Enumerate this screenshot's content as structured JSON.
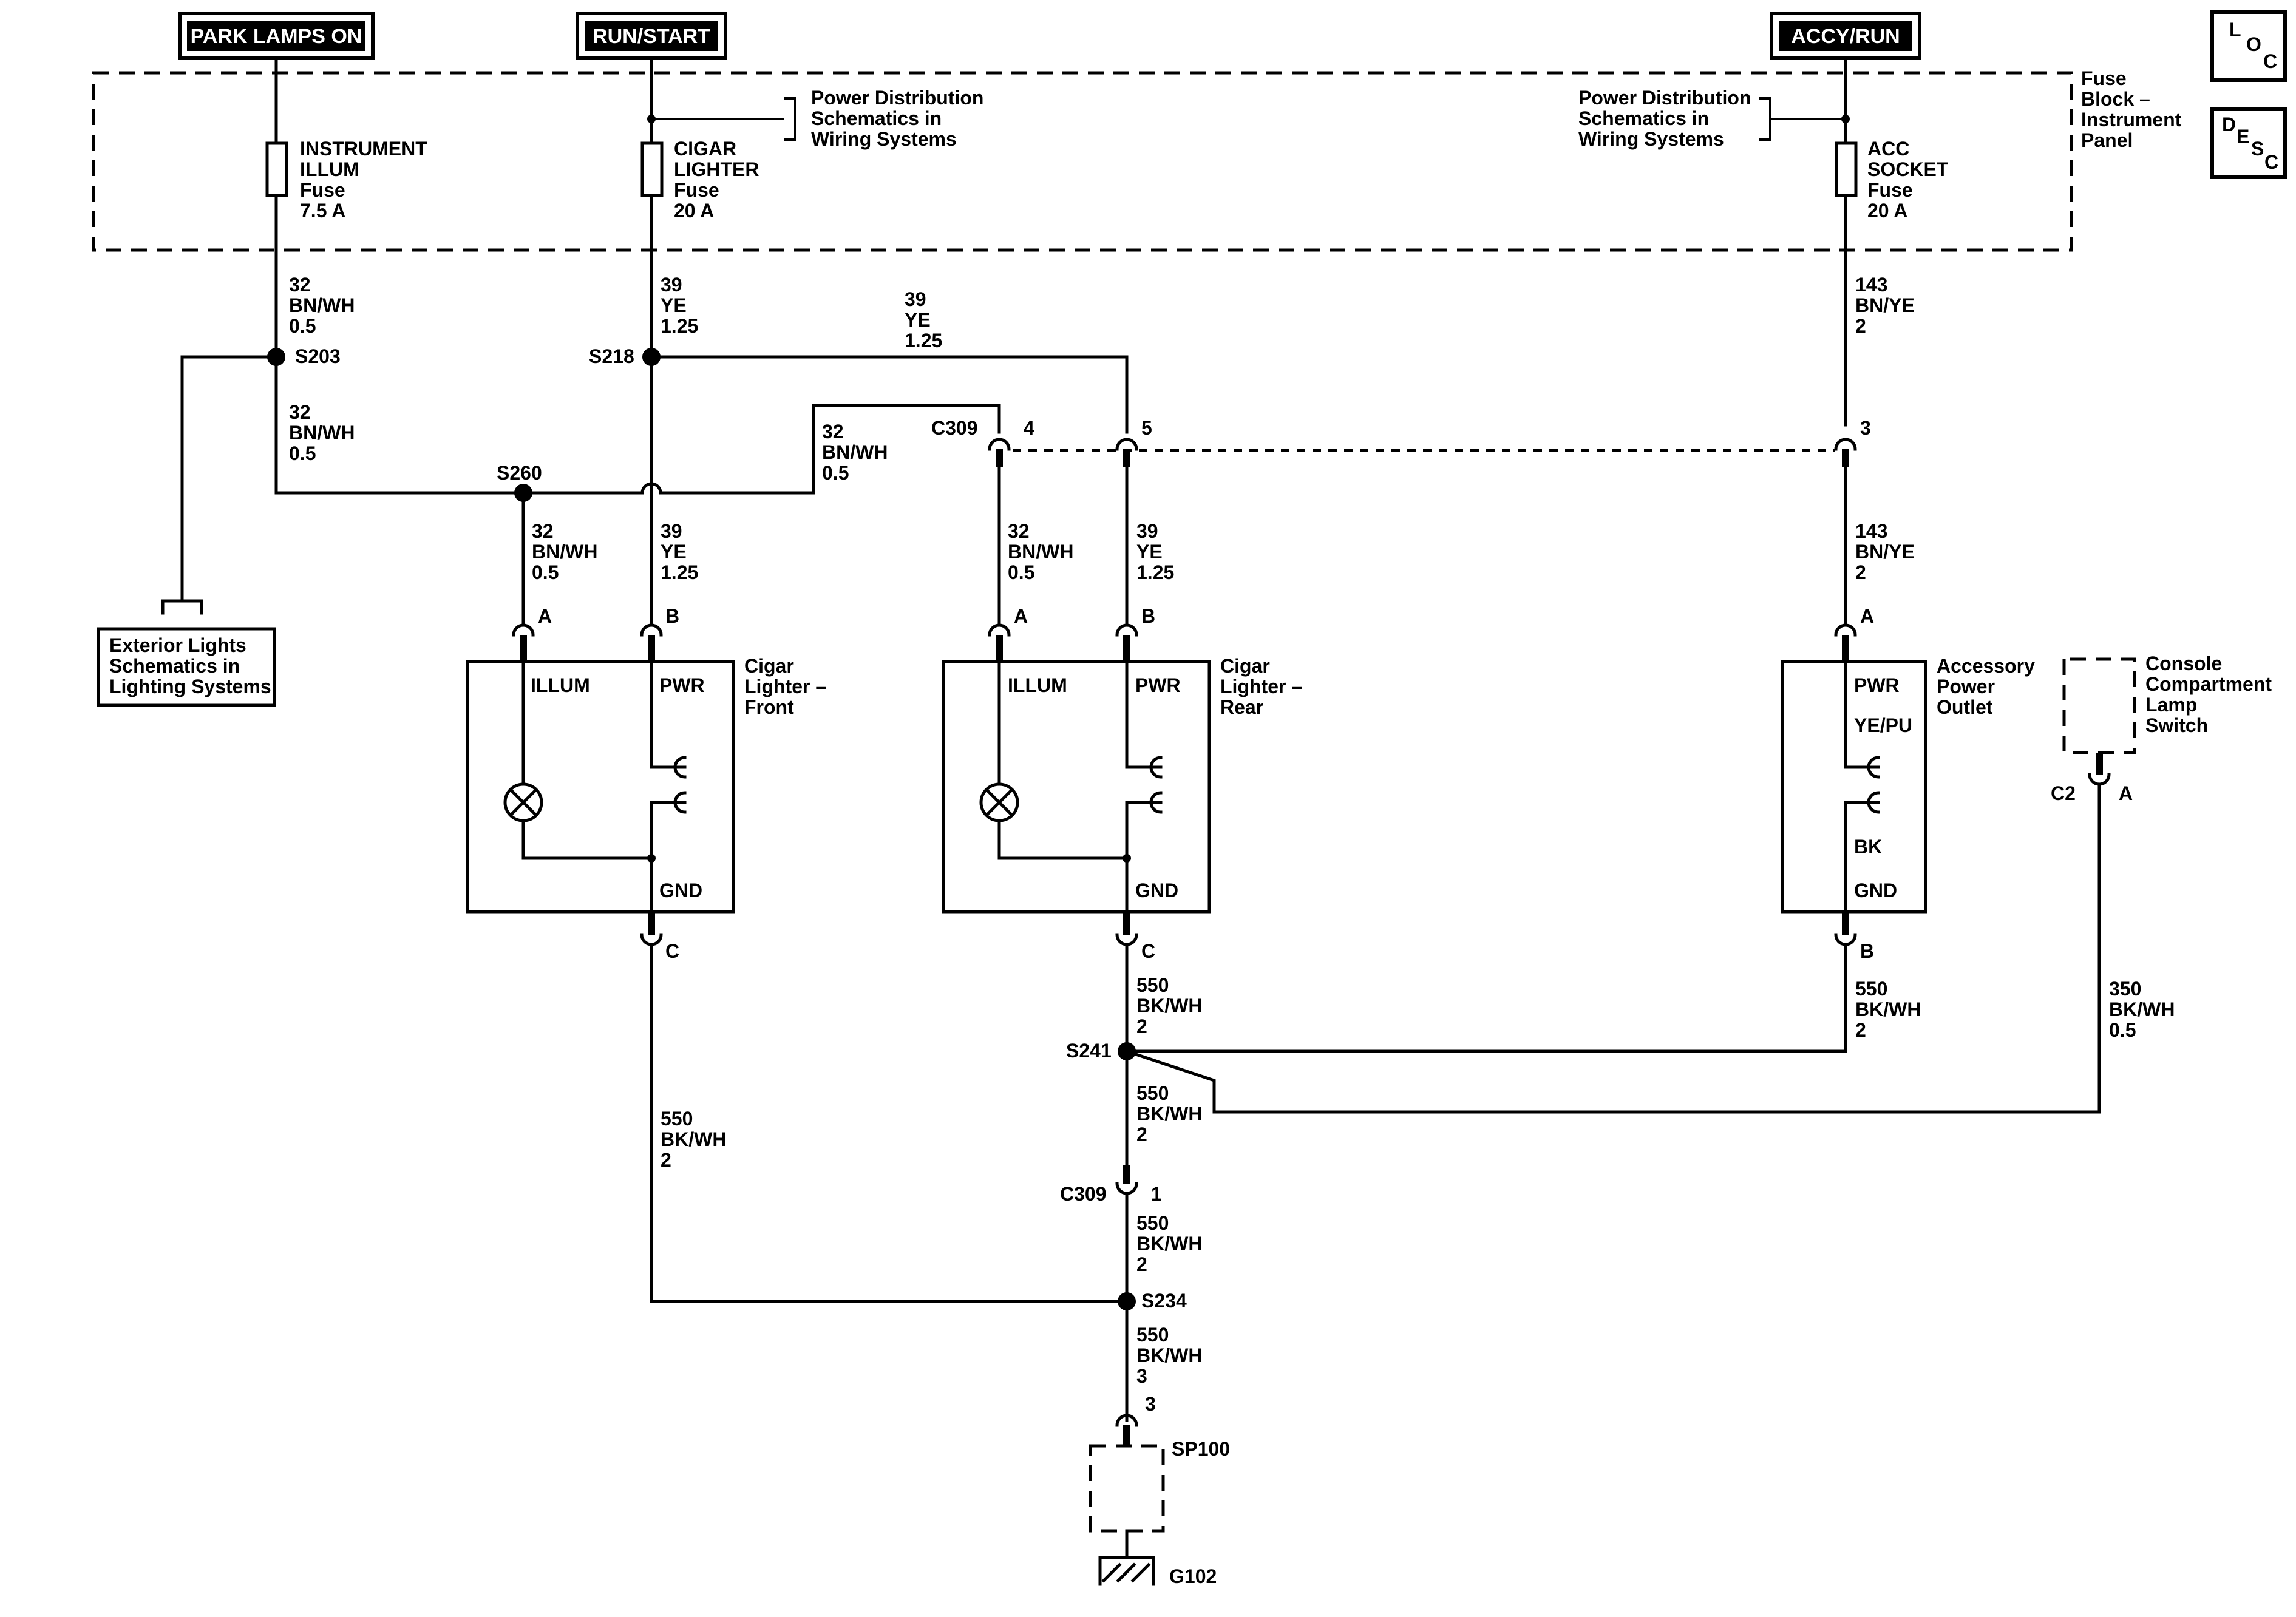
{
  "headers": {
    "park_lamps": "PARK LAMPS ON",
    "run_start": "RUN/START",
    "accy_run": "ACCY/RUN"
  },
  "nav_boxes": {
    "loc": [
      "L",
      "O",
      "C"
    ],
    "desc": [
      "D",
      "E",
      "S",
      "C"
    ]
  },
  "fuse_block": {
    "label": [
      "Fuse",
      "Block –",
      "Instrument",
      "Panel"
    ]
  },
  "fuses": {
    "instrument_illum": [
      "INSTRUMENT",
      "ILLUM",
      "Fuse",
      "7.5 A"
    ],
    "cigar_lighter": [
      "CIGAR",
      "LIGHTER",
      "Fuse",
      "20 A"
    ],
    "acc_socket": [
      "ACC",
      "SOCKET",
      "Fuse",
      "20 A"
    ]
  },
  "references": {
    "power_dist_left": [
      "Power Distribution",
      "Schematics in",
      "Wiring Systems"
    ],
    "power_dist_right": [
      "Power Distribution",
      "Schematics in",
      "Wiring Systems"
    ],
    "exterior_lights": [
      "Exterior Lights",
      "Schematics in",
      "Lighting Systems"
    ]
  },
  "wires": {
    "w32_a": [
      "32",
      "BN/WH",
      "0.5"
    ],
    "w32_b": [
      "32",
      "BN/WH",
      "0.5"
    ],
    "w32_c": [
      "32",
      "BN/WH",
      "0.5"
    ],
    "w32_d": [
      "32",
      "BN/WH",
      "0.5"
    ],
    "w32_e": [
      "32",
      "BN/WH",
      "0.5"
    ],
    "w39_a": [
      "39",
      "YE",
      "1.25"
    ],
    "w39_b": [
      "39",
      "YE",
      "1.25"
    ],
    "w39_c": [
      "39",
      "YE",
      "1.25"
    ],
    "w39_d": [
      "39",
      "YE",
      "1.25"
    ],
    "w143_a": [
      "143",
      "BN/YE",
      "2"
    ],
    "w143_b": [
      "143",
      "BN/YE",
      "2"
    ],
    "w550_front": [
      "550",
      "BK/WH",
      "2"
    ],
    "w550_rear": [
      "550",
      "BK/WH",
      "2"
    ],
    "w550_outlet": [
      "550",
      "BK/WH",
      "2"
    ],
    "w550_s241": [
      "550",
      "BK/WH",
      "2"
    ],
    "w550_c309": [
      "550",
      "BK/WH",
      "2"
    ],
    "w550_ground": [
      "550",
      "BK/WH",
      "3"
    ],
    "w350": [
      "350",
      "BK/WH",
      "0.5"
    ]
  },
  "splices": {
    "s203": "S203",
    "s218": "S218",
    "s260": "S260",
    "s241": "S241",
    "s234": "S234",
    "sp100": "SP100",
    "g102": "G102"
  },
  "connectors": {
    "c309_top": "C309",
    "c309_pin4": "4",
    "c309_pin5": "5",
    "c309_pin3": "3",
    "c309_bottom": "C309",
    "c309_pin1": "1",
    "c2": "C2",
    "c2_pin": "A",
    "sp100_pin": "3"
  },
  "components": {
    "lighter_front": {
      "name": [
        "Cigar",
        "Lighter –",
        "Front"
      ],
      "illum": "ILLUM",
      "pwr": "PWR",
      "gnd": "GND",
      "pin_a": "A",
      "pin_b": "B",
      "pin_c": "C"
    },
    "lighter_rear": {
      "name": [
        "Cigar",
        "Lighter –",
        "Rear"
      ],
      "illum": "ILLUM",
      "pwr": "PWR",
      "gnd": "GND",
      "pin_a": "A",
      "pin_b": "B",
      "pin_c": "C"
    },
    "outlet": {
      "name": [
        "Accessory",
        "Power",
        "Outlet"
      ],
      "pwr": "PWR",
      "ye_pu": "YE/PU",
      "bk": "BK",
      "gnd": "GND",
      "pin_a": "A",
      "pin_b": "B"
    },
    "console_switch": {
      "name": [
        "Console",
        "Compartment",
        "Lamp",
        "Switch"
      ]
    }
  }
}
